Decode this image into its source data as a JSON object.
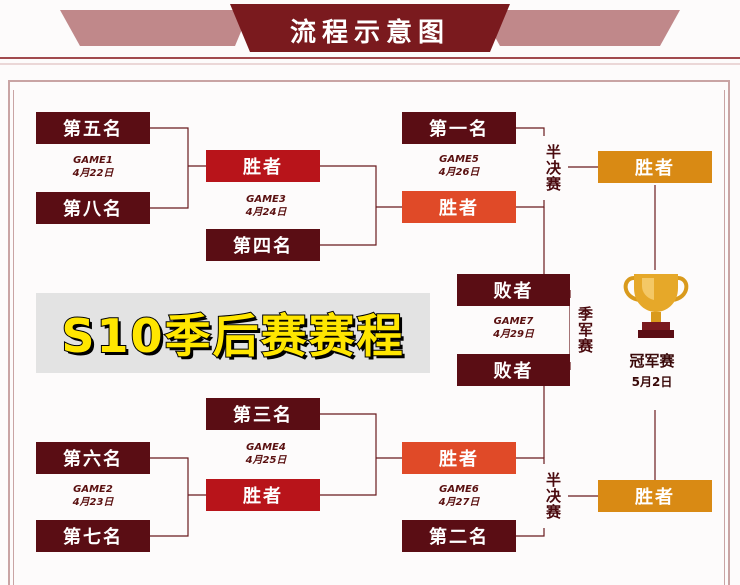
{
  "header": {
    "title": "流程示意图"
  },
  "overlay": {
    "text": "S10季后赛赛程"
  },
  "bracket": {
    "first_round": {
      "game1": {
        "top": "第五名",
        "bottom": "第八名",
        "game": "GAME1",
        "date": "4月22日"
      },
      "game2": {
        "top": "第六名",
        "bottom": "第七名",
        "game": "GAME2",
        "date": "4月23日"
      }
    },
    "second_round": {
      "game3": {
        "top": "胜者",
        "bottom": "第四名",
        "game": "GAME3",
        "date": "4月24日"
      },
      "game4": {
        "top": "第三名",
        "bottom": "胜者",
        "game": "GAME4",
        "date": "4月25日"
      }
    },
    "semifinals": {
      "label": "半决赛",
      "game5": {
        "top": "第一名",
        "bottom": "胜者",
        "game": "GAME5",
        "date": "4月26日"
      },
      "game6": {
        "top": "胜者",
        "bottom": "第二名",
        "game": "GAME6",
        "date": "4月27日"
      }
    },
    "third_place": {
      "label": "季军赛",
      "game7": {
        "top": "败者",
        "bottom": "败者",
        "game": "GAME7",
        "date": "4月29日"
      }
    },
    "final": {
      "top": "胜者",
      "bottom": "胜者",
      "label": "冠军赛",
      "date": "5月2日",
      "icon": "trophy-icon"
    }
  },
  "colors": {
    "dark_box": "#5a0d14",
    "red_box": "#b8141a",
    "orange_box": "#e04a28",
    "gold_box": "#d98a14",
    "title_banner": "#7a1a1e",
    "overlay_text": "#ffe600"
  }
}
